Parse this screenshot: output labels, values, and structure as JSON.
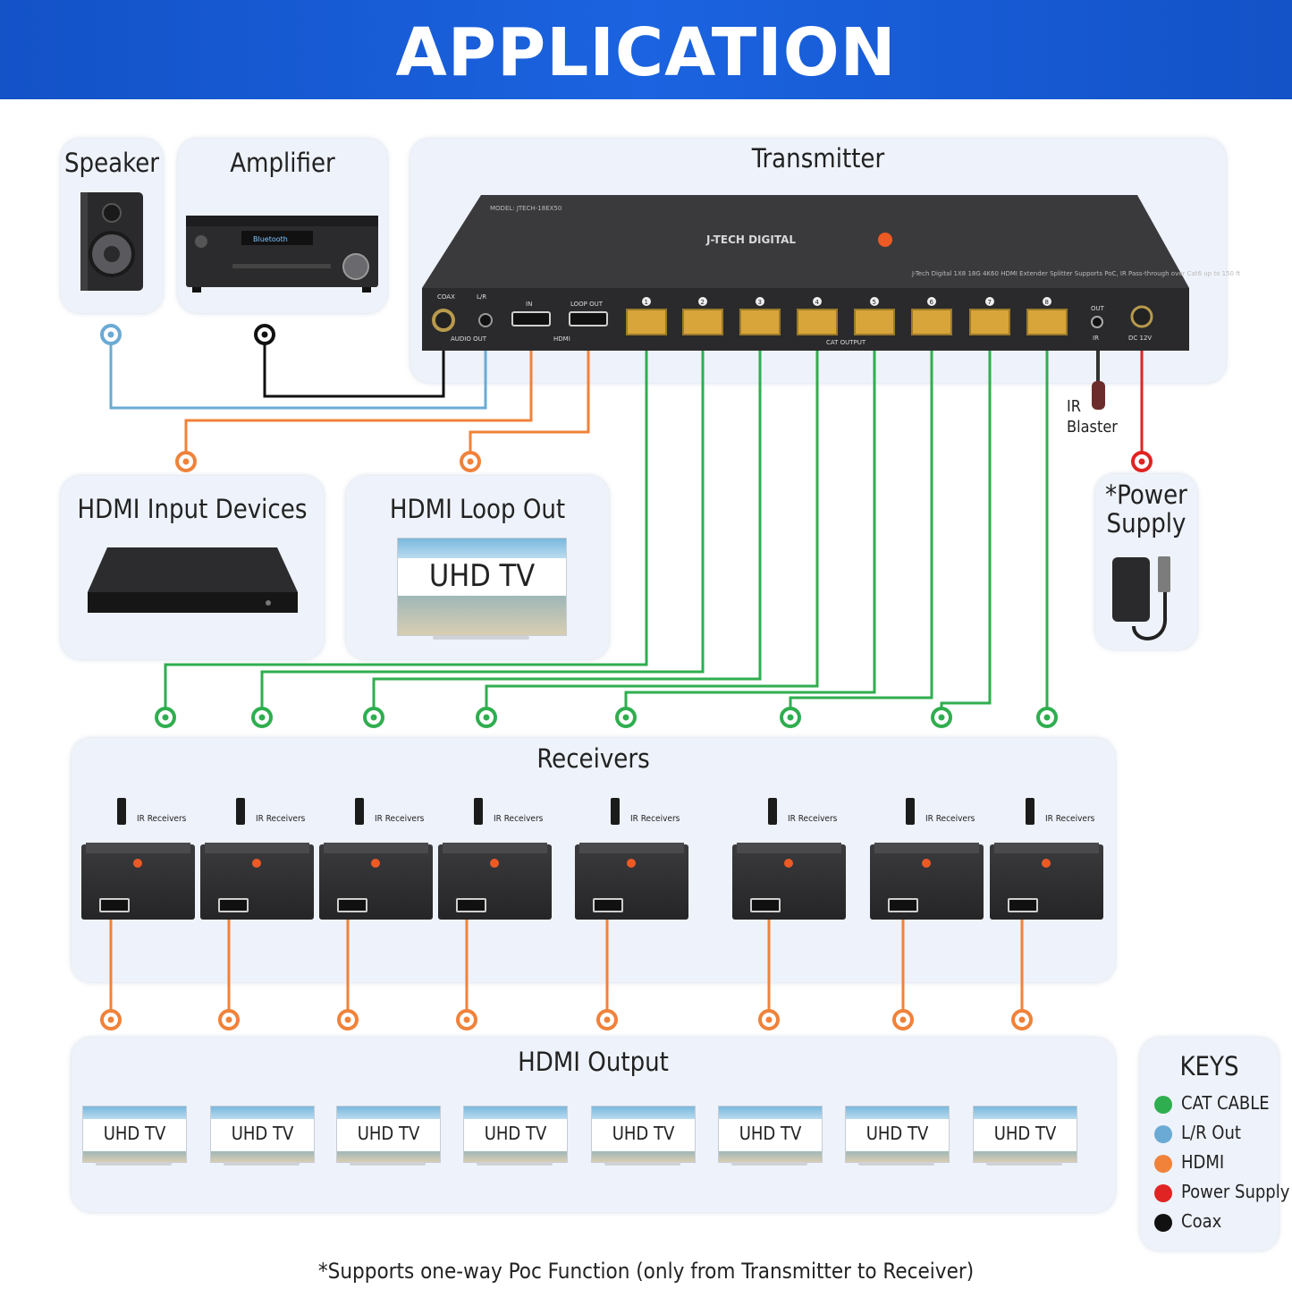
{
  "header": {
    "title": "APPLICATION"
  },
  "panels": {
    "speaker": "Speaker",
    "amplifier": "Amplifier",
    "transmitter": "Transmitter",
    "hdmi_input": "HDMI Input Devices",
    "hdmi_loop": "HDMI Loop Out",
    "power_line1": "*Power",
    "power_line2": "Supply",
    "receivers": "Receivers",
    "hdmi_output": "HDMI Output"
  },
  "device": {
    "brand": "J-TECH DIGITAL",
    "model": "MODEL: JTECH-18EX50",
    "description": "J-Tech Digital 1X8 18G 4K60 HDMI Extender Splitter Supports PoC, IR Pass-through over Cat6 up to 150 ft",
    "coax": "COAX",
    "lr": "L/R",
    "audio_out": "AUDIO OUT",
    "in": "IN",
    "loop_out": "LOOP OUT",
    "hdmi": "HDMI",
    "cat_output": "CAT OUTPUT",
    "ports": [
      "1",
      "2",
      "3",
      "4",
      "5",
      "6",
      "7",
      "8"
    ],
    "out": "OUT",
    "ir": "IR",
    "dc": "DC 12V"
  },
  "ir_blaster": {
    "line1": "IR",
    "line2": "Blaster"
  },
  "uhd_tv_label": "UHD TV",
  "receiver_label": "IR Receivers",
  "keys": {
    "title": "KEYS",
    "items": [
      {
        "label": "CAT CABLE",
        "color": "#2fae4f"
      },
      {
        "label": "L/R Out",
        "color": "#6aaad4"
      },
      {
        "label": "HDMI",
        "color": "#f0823a"
      },
      {
        "label": "Power Supply",
        "color": "#e02424"
      },
      {
        "label": "Coax",
        "color": "#111111"
      }
    ]
  },
  "footnote": "*Supports one-way Poc Function (only from Transmitter to Receiver)"
}
